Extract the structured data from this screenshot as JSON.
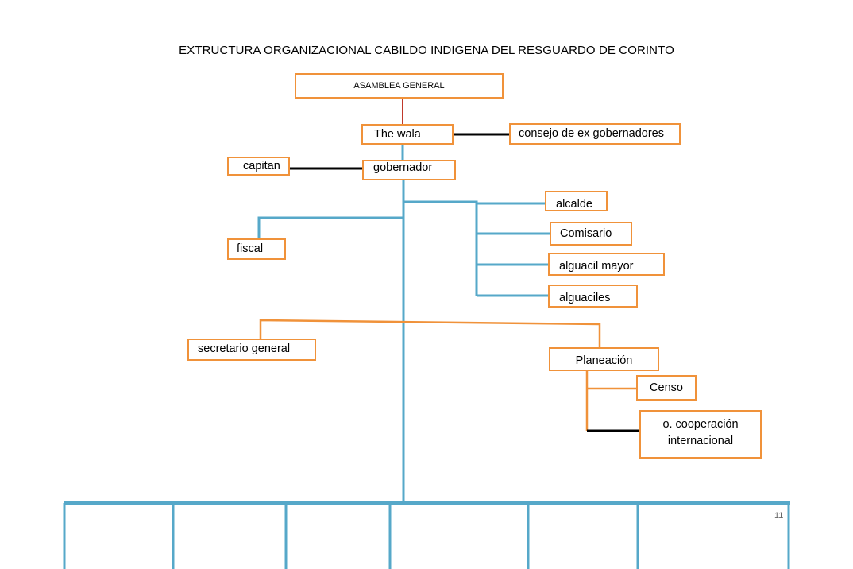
{
  "title": "EXTRUCTURA ORGANIZACIONAL CABILDO INDIGENA DEL RESGUARDO DE CORINTO",
  "nodes": {
    "asamblea": "ASAMBLEA GENERAL",
    "the_wala": "The wala",
    "consejo": "consejo de ex gobernadores",
    "capitan": "capitan",
    "gobernador": "gobernador",
    "alcalde": "alcalde",
    "comisario": "Comisario",
    "alguacil_mayor": "alguacil mayor",
    "alguaciles": "alguaciles",
    "fiscal": "fiscal",
    "secretario": "secretario general",
    "planeacion": "Planeación",
    "censo": "Censo",
    "cooperacion": "o. cooperación internacional"
  },
  "page_number": "11",
  "colors": {
    "box_border": "#f0923a",
    "trunk": "#56a8c9",
    "orange_connector": "#f0923a",
    "black_connector": "#000000",
    "red_connector": "#c0392b"
  }
}
